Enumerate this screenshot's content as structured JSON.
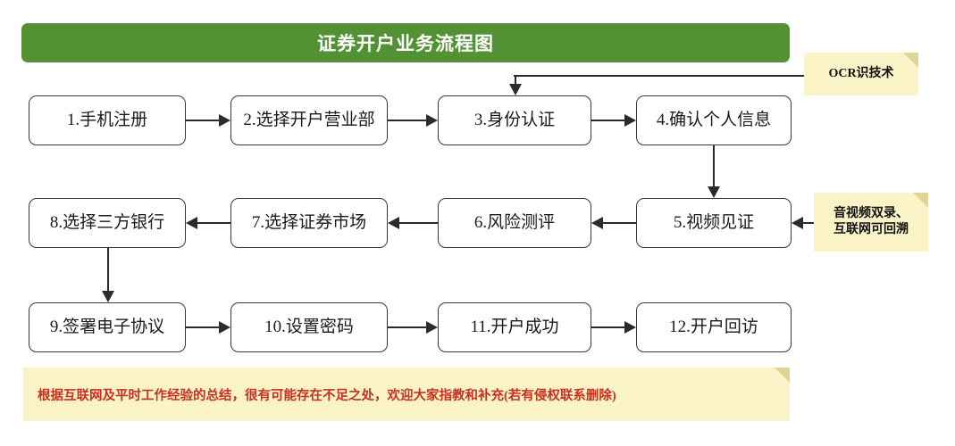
{
  "title": {
    "text": "证券开户业务流程图",
    "background_color": "#539233",
    "text_color": "#ffffff"
  },
  "flow": {
    "rows": [
      {
        "direction": "left-to-right",
        "nodes": [
          {
            "label": "1.手机注册"
          },
          {
            "label": "2.选择开户营业部"
          },
          {
            "label": "3.身份认证"
          },
          {
            "label": "4.确认个人信息"
          }
        ]
      },
      {
        "direction": "right-to-left",
        "nodes": [
          {
            "label": "8.选择三方银行"
          },
          {
            "label": "7.选择证券市场"
          },
          {
            "label": "6.风险测评"
          },
          {
            "label": "5.视频见证"
          }
        ]
      },
      {
        "direction": "left-to-right",
        "nodes": [
          {
            "label": "9.签署电子协议"
          },
          {
            "label": "10.设置密码"
          },
          {
            "label": "11.开户成功"
          },
          {
            "label": "12.开户回访"
          }
        ]
      }
    ]
  },
  "annotations": [
    {
      "id": "ocr-note",
      "lines": [
        "OCR识技术"
      ],
      "target": "3.身份认证",
      "background_color": "#faf3c8",
      "text_color": "#111111"
    },
    {
      "id": "video-note",
      "lines": [
        "音视频双录、",
        "互联网可回溯"
      ],
      "target": "5.视频见证",
      "background_color": "#faf3c8",
      "text_color": "#111111"
    }
  ],
  "footer": {
    "text": "根据互联网及平时工作经验的总结，很有可能存在不足之处，欢迎大家指教和补充(若有侵权联系删除)",
    "background_color": "#faf3c8",
    "text_color": "#c8311e"
  }
}
